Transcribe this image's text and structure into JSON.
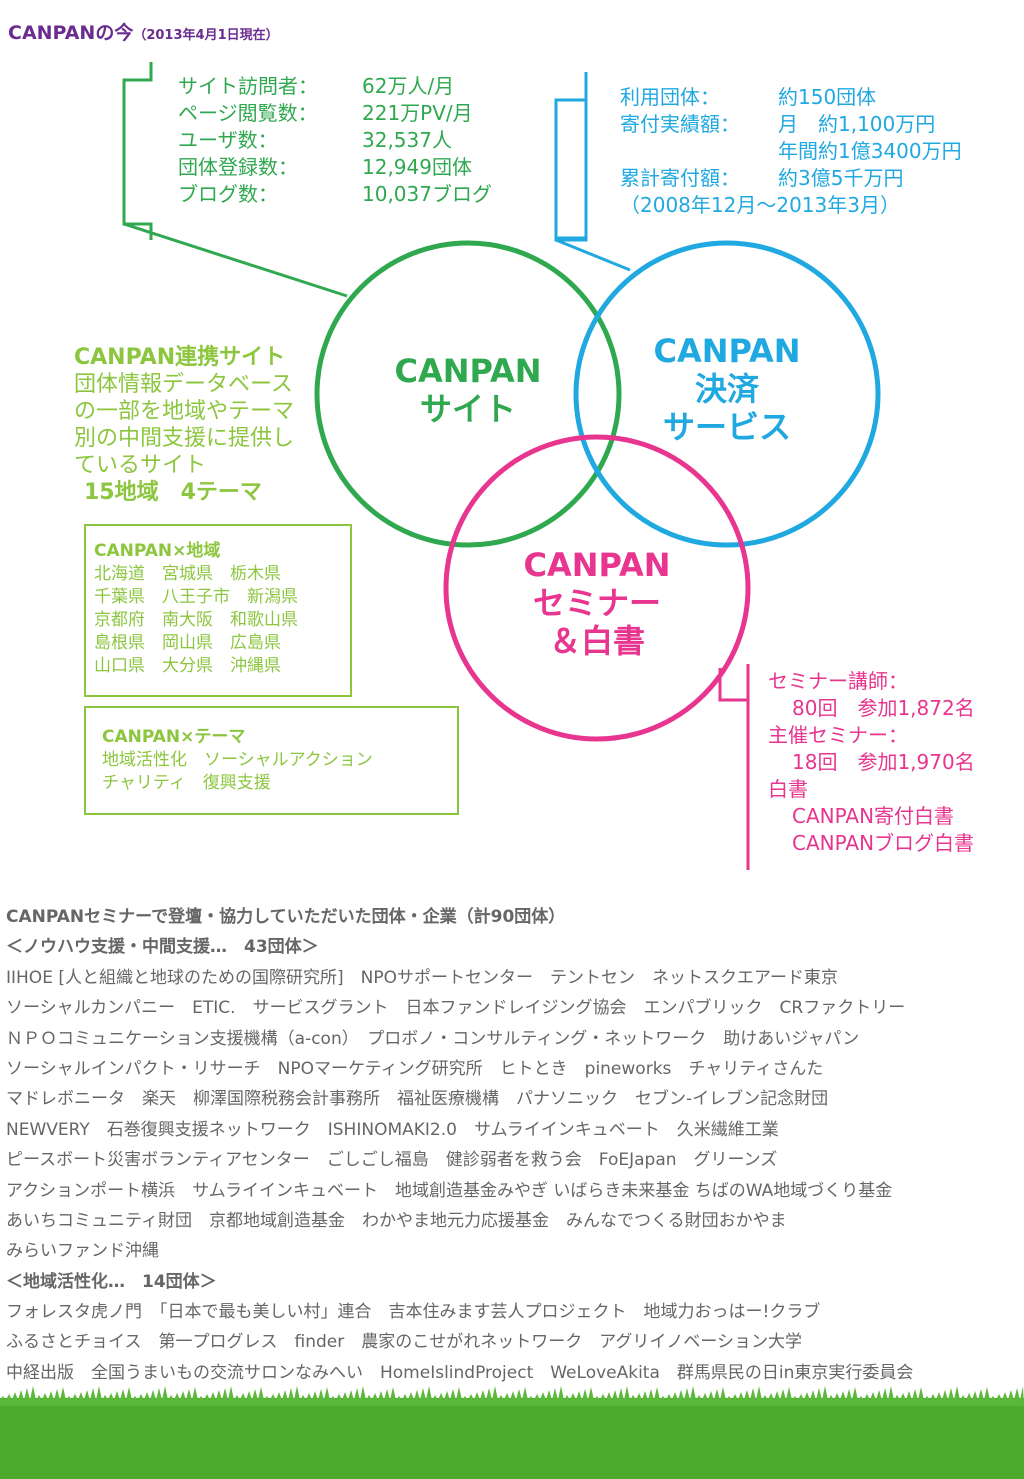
{
  "title": {
    "main": "CANPANの今",
    "sub": "（2013年4月1日現在）"
  },
  "colors": {
    "site": "#2fa84f",
    "payment": "#20a8e0",
    "seminar": "#e8358f",
    "partner": "#8cc63f",
    "title": "#6a2c91",
    "grass": "#4caa2c"
  },
  "site_stats": [
    {
      "label": "サイト訪問者：",
      "value": "62万人/月"
    },
    {
      "label": "ページ閲覧数：",
      "value": "221万PV/月"
    },
    {
      "label": "ユーザ数：",
      "value": "32,537人"
    },
    {
      "label": "団体登録数：",
      "value": "12,949団体"
    },
    {
      "label": "ブログ数：",
      "value": "10,037ブログ"
    }
  ],
  "payment_stats": [
    {
      "label": "利用団体：",
      "value": "約150団体"
    },
    {
      "label": "寄付実績額：",
      "value": "月　約1,100万円"
    },
    {
      "label": "",
      "value": "年間約1億3400万円"
    },
    {
      "label": "累計寄付額：",
      "value": "約3億5千万円"
    },
    {
      "label": "（2008年12月～2013年3月）",
      "value": ""
    }
  ],
  "seminar_stats": [
    "セミナー講師：",
    "80回　参加1,872名",
    "主催セミナー：",
    "18回　参加1,970名",
    "白書",
    "CANPAN寄付白書",
    "CANPANブログ白書"
  ],
  "circles": {
    "site": {
      "line1": "CANPAN",
      "line2": "サイト"
    },
    "payment": {
      "line1": "CANPAN",
      "line2": "決済",
      "line3": "サービス"
    },
    "seminar": {
      "line1": "CANPAN",
      "line2": "セミナー",
      "line3": "＆白書"
    }
  },
  "partner": {
    "heading": "CANPAN連携サイト",
    "desc": [
      "団体情報データベース",
      "の一部を地域やテーマ",
      "別の中間支援に提供し",
      "ているサイト"
    ],
    "count": "15地域　4テーマ"
  },
  "region_box": {
    "heading": "CANPAN×地域",
    "lines": [
      "北海道　宮城県　栃木県",
      "千葉県　八王子市　新潟県",
      "京都府　南大阪　和歌山県",
      "島根県　岡山県　広島県",
      "山口県　大分県　沖縄県"
    ]
  },
  "theme_box": {
    "heading": "CANPAN×テーマ",
    "lines": [
      "地域活性化　ソーシャルアクション",
      "チャリティ　復興支援"
    ]
  },
  "org_list": [
    {
      "text": "CANPANセミナーで登壇・協力していただいた団体・企業（計90団体）",
      "bold": true
    },
    {
      "text": "＜ノウハウ支援・中間支援…　43団体＞",
      "bold": true
    },
    {
      "text": "IIHOE [人と組織と地球のための国際研究所]　NPOサポートセンター　テントセン　ネットスクエアード東京",
      "bold": false
    },
    {
      "text": "ソーシャルカンパニー　ETIC.　サービスグラント　日本ファンドレイジング協会　エンパブリック　CRファクトリー",
      "bold": false
    },
    {
      "text": "ＮＰＯコミュニケーション支援機構（a-con）　プロボノ・コンサルティング・ネットワーク　助けあいジャパン",
      "bold": false
    },
    {
      "text": "ソーシャルインパクト・リサーチ　NPOマーケティング研究所　ヒトとき　pineworks　チャリティさんた",
      "bold": false
    },
    {
      "text": "マドレボニータ　楽天　柳澤国際税務会計事務所　福祉医療機構　パナソニック　セブン-イレブン記念財団",
      "bold": false
    },
    {
      "text": "NEWVERY　石巻復興支援ネットワーク　ISHINOMAKI2.0　サムライインキュベート　久米繊維工業",
      "bold": false
    },
    {
      "text": "ピースボート災害ボランティアセンター　ごしごし福島　健診弱者を救う会　FoEJapan　グリーンズ",
      "bold": false
    },
    {
      "text": "アクションポート横浜　サムライインキュベート　地域創造基金みやぎ いばらき未来基金 ちばのWA地域づくり基金",
      "bold": false
    },
    {
      "text": "あいちコミュニティ財団　京都地域創造基金　わかやま地元力応援基金　みんなでつくる財団おかやま",
      "bold": false
    },
    {
      "text": "みらいファンド沖縄",
      "bold": false
    },
    {
      "text": "＜地域活性化…　14団体＞",
      "bold": true
    },
    {
      "text": "フォレスタ虎ノ門　「日本で最も美しい村」連合　吉本住みます芸人プロジェクト　地域力おっはー!クラブ",
      "bold": false
    },
    {
      "text": "ふるさとチョイス　第一プログレス　finder　農家のこせがれネットワーク　アグリイノベーション大学",
      "bold": false
    },
    {
      "text": "中経出版　全国うまいもの交流サロンなみへい　HomeIslindProject　WeLoveAkita　群馬県民の日in東京実行委員会",
      "bold": false
    }
  ]
}
